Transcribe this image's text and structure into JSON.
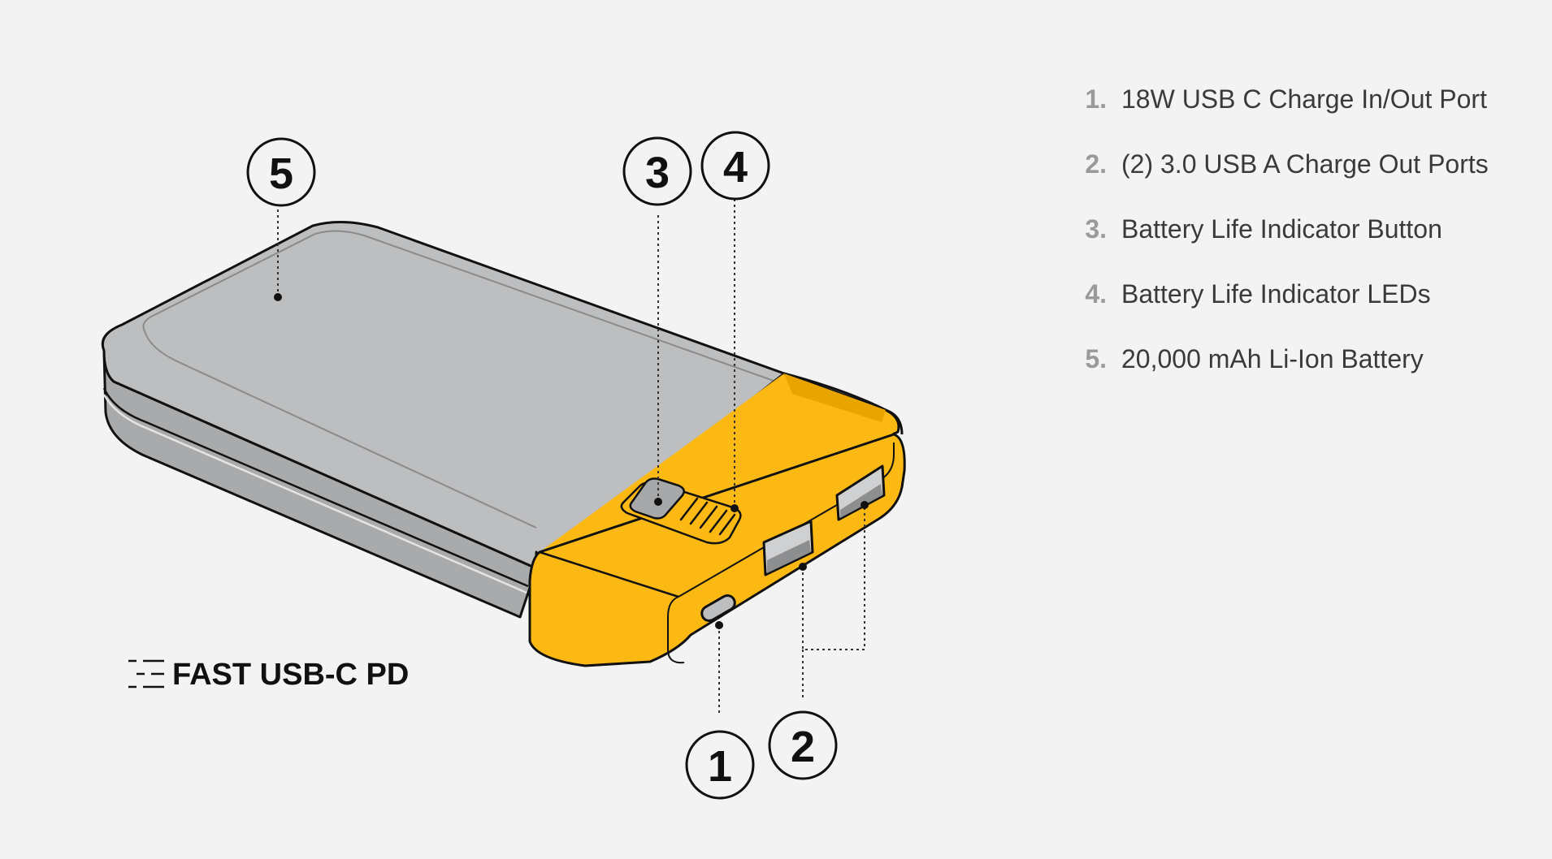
{
  "colors": {
    "background": "#f3f3f3",
    "body_gray": "#bdbebf",
    "accent_yellow": "#fdb913",
    "outline": "#111111"
  },
  "callouts": [
    {
      "num": "1"
    },
    {
      "num": "2"
    },
    {
      "num": "3"
    },
    {
      "num": "4"
    },
    {
      "num": "5"
    }
  ],
  "badge": {
    "icon": "speed-lines-icon",
    "text": "FAST USB-C PD"
  },
  "legend": [
    {
      "num": "1.",
      "label": "18W USB C Charge In/Out Port"
    },
    {
      "num": "2.",
      "label": "(2) 3.0 USB A Charge Out Ports"
    },
    {
      "num": "3.",
      "label": "Battery Life Indicator Button"
    },
    {
      "num": "4.",
      "label": "Battery Life Indicator LEDs"
    },
    {
      "num": "5.",
      "label": "20,000 mAh Li-Ion Battery"
    }
  ]
}
